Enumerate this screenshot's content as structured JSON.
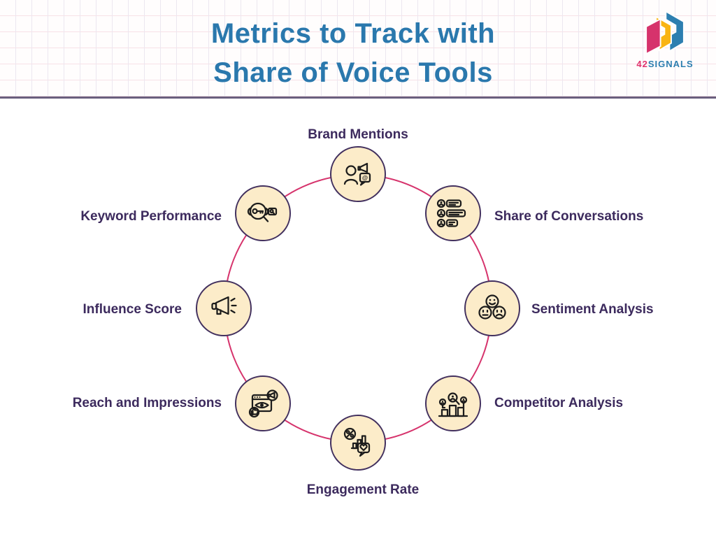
{
  "header": {
    "title_line1": "Metrics to Track with",
    "title_line2": "Share of Voice Tools",
    "logo": {
      "text_42": "42",
      "text_signals": "SIGNALS"
    }
  },
  "diagram": {
    "items": [
      {
        "label": "Brand Mentions",
        "position": "top",
        "icon": "person-megaphone-mention-icon"
      },
      {
        "label": "Share of Conversations",
        "position": "top-right",
        "icon": "users-chat-list-icon"
      },
      {
        "label": "Sentiment Analysis",
        "position": "right",
        "icon": "emoji-faces-icon"
      },
      {
        "label": "Competitor Analysis",
        "position": "bottom-right",
        "icon": "bar-chart-people-magnifier-icon"
      },
      {
        "label": "Engagement Rate",
        "position": "bottom",
        "icon": "percent-chart-heart-icon"
      },
      {
        "label": "Reach and Impressions",
        "position": "bottom-left",
        "icon": "browser-eye-megaphone-thumbsup-icon"
      },
      {
        "label": "Influence Score",
        "position": "left",
        "icon": "megaphone-icon"
      },
      {
        "label": "Keyword Performance",
        "position": "top-left",
        "icon": "key-magnifier-search-icon"
      }
    ]
  },
  "colors": {
    "title_blue": "#2a78ad",
    "label_purple": "#3c2a5d",
    "ring_pink": "#d6336c",
    "node_fill": "#fcecc9",
    "node_border": "#42305e",
    "header_rule": "#6a5f7e",
    "logo_pink": "#d6336c",
    "logo_yellow": "#f9b413",
    "logo_blue": "#2d7fb0"
  }
}
